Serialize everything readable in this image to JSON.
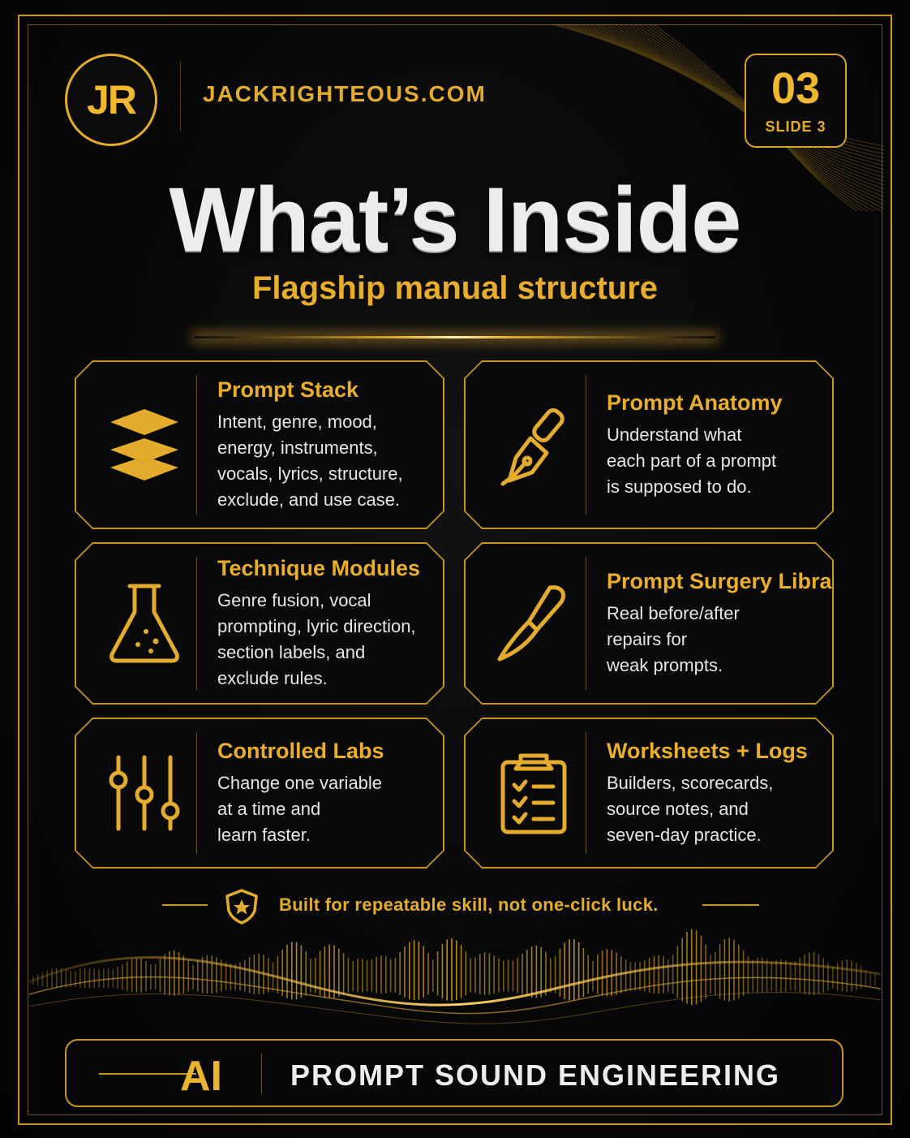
{
  "header": {
    "logo_text": "JR",
    "site": "JACKRIGHTEOUS.COM",
    "slide_number": "03",
    "slide_label": "SLIDE 3"
  },
  "title": "What’s Inside",
  "subtitle": "Flagship manual structure",
  "cards": [
    {
      "title": "Prompt Stack",
      "icon": "layers-icon",
      "lines": [
        "Intent, genre, mood,",
        "energy, instruments,",
        "vocals, lyrics, structure,",
        "exclude, and use case."
      ]
    },
    {
      "title": "Prompt Anatomy",
      "icon": "fountain-pen-icon",
      "lines": [
        "Understand what",
        "each part of a prompt",
        "is supposed to do."
      ]
    },
    {
      "title": "Technique Modules",
      "icon": "flask-icon",
      "lines": [
        "Genre fusion, vocal",
        "prompting, lyric direction,",
        "section labels, and",
        "exclude rules."
      ]
    },
    {
      "title": "Prompt Surgery Library",
      "icon": "scalpel-icon",
      "lines": [
        "Real before/after",
        "repairs for",
        "weak prompts."
      ]
    },
    {
      "title": "Controlled Labs",
      "icon": "sliders-icon",
      "lines": [
        "Change one variable",
        "at a time and",
        "learn faster."
      ]
    },
    {
      "title": "Worksheets + Logs",
      "icon": "clipboard-checklist-icon",
      "lines": [
        "Builders, scorecards,",
        "source notes, and",
        "seven-day practice."
      ]
    }
  ],
  "tagline": "Built for repeatable skill, not one-click luck.",
  "tagline_icon": "shield-star-icon",
  "footer": {
    "ai": "AI",
    "text": "PROMPT SOUND ENGINEERING"
  },
  "colors": {
    "gold": "#e3ac2c",
    "background": "#050505",
    "text": "#ececec"
  }
}
